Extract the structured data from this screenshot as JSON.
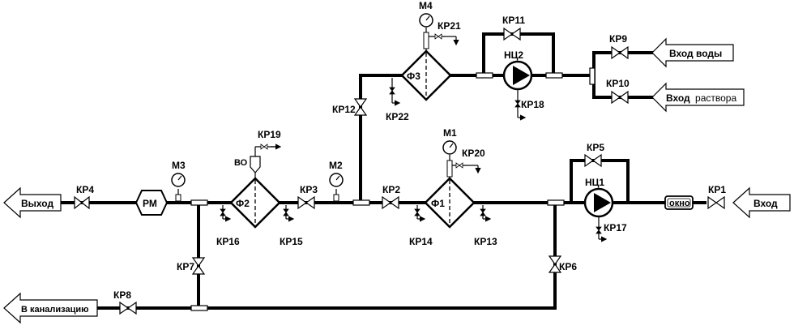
{
  "arrows": {
    "in": "Вход",
    "out": "Выход",
    "water_in": "Вход воды",
    "solution_in_prefix": "Вход",
    "solution_in_suffix": "раствора",
    "drain": "В канализацию"
  },
  "pumps": {
    "nc1": "НЦ1",
    "nc2": "НЦ2"
  },
  "filters": {
    "f1": "Ф1",
    "f2": "Ф2",
    "f3": "Ф3"
  },
  "manometers": {
    "m1": "М1",
    "m2": "М2",
    "m3": "М3",
    "m4": "М4"
  },
  "meter": "РМ",
  "window": "окно",
  "air_vent": "ВО",
  "valves": {
    "kr1": "КР1",
    "kr2": "КР2",
    "kr3": "КР3",
    "kr4": "КР4",
    "kr5": "КР5",
    "kr6": "КР6",
    "kr7": "КР7",
    "kr8": "КР8",
    "kr9": "КР9",
    "kr10": "КР10",
    "kr11": "КР11",
    "kr12": "КР12",
    "kr13": "КР13",
    "kr14": "КР14",
    "kr15": "КР15",
    "kr16": "КР16",
    "kr17": "КР17",
    "kr18": "КР18",
    "kr19": "КР19",
    "kr20": "КР20",
    "kr21": "КР21",
    "kr22": "КР22"
  }
}
